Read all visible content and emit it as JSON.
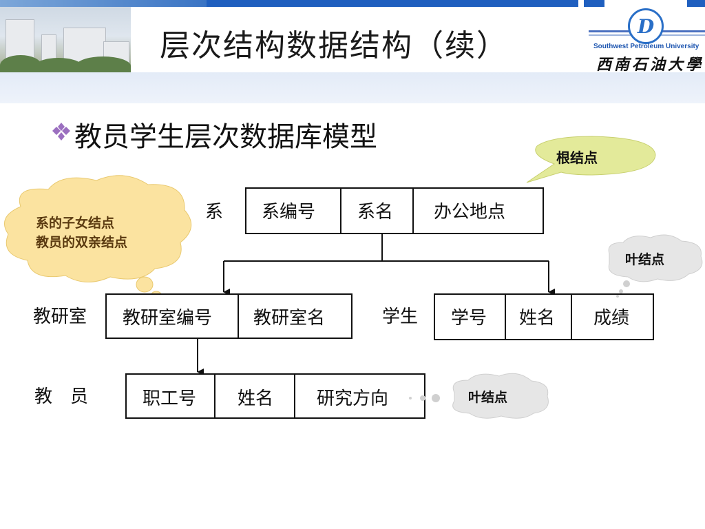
{
  "header": {
    "title": "层次结构数据结构（续）",
    "university_en": "Southwest Petroleum University",
    "university_cn": "西南石油大學"
  },
  "subtitle": "教员学生层次数据库模型",
  "diagram": {
    "department": {
      "label": "系",
      "fields": [
        "系编号",
        "系名",
        "办公地点"
      ]
    },
    "teaching_office": {
      "label": "教研室",
      "fields": [
        "教研室编号",
        "教研室名"
      ]
    },
    "student": {
      "label": "学生",
      "fields": [
        "学号",
        "姓名",
        "成绩"
      ]
    },
    "teacher": {
      "label": "教　员",
      "fields": [
        "职工号",
        "姓名",
        "研究方向"
      ]
    }
  },
  "callouts": {
    "root": "根结点",
    "parent_child_line1": "系的子女结点",
    "parent_child_line2": "教员的双亲结点",
    "leaf_student": "叶结点",
    "leaf_teacher": "叶结点"
  },
  "colors": {
    "top_bar": "#1f5fbf",
    "root_callout": "#e3ea9a",
    "cloud_callout": "#fbe3a0",
    "leaf_cloud": "#e6e6e6"
  }
}
